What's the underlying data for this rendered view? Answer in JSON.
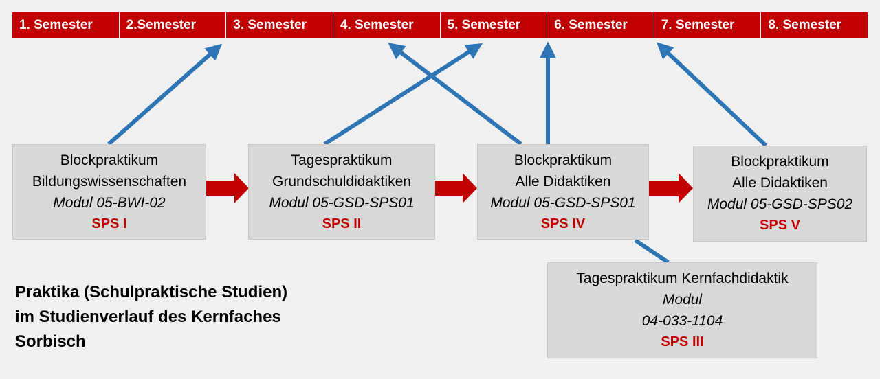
{
  "semesters": [
    "1. Semester",
    "2.Semester",
    "3. Semester",
    "4. Semester",
    "5. Semester",
    "6. Semester",
    "7. Semester",
    "8. Semester"
  ],
  "boxes": {
    "b1": {
      "title": "Blockpraktikum",
      "subtitle": "Bildungswissenschaften",
      "modul": "Modul 05-BWI-02",
      "sps": "SPS I"
    },
    "b2": {
      "title": "Tagespraktikum",
      "subtitle": "Grundschuldidaktiken",
      "modul": "Modul 05-GSD-SPS01",
      "sps": "SPS II"
    },
    "b3": {
      "title": "Blockpraktikum",
      "subtitle": "Alle Didaktiken",
      "modul": "Modul 05-GSD-SPS01",
      "sps": "SPS IV"
    },
    "b4": {
      "title": "Blockpraktikum",
      "subtitle": "Alle Didaktiken",
      "modul": "Modul 05-GSD-SPS02",
      "sps": "SPS V"
    },
    "b5": {
      "title": "Tagespraktikum Kernfachdidaktik",
      "modul": "Modul",
      "code": "04-033-1104",
      "sps": "SPS III"
    }
  },
  "caption": {
    "line1": "Praktika (Schulpraktische Studien)",
    "line2": "im Studienverlauf des Kernfaches",
    "line3": "Sorbisch"
  },
  "colors": {
    "accent_red": "#c00000",
    "arrow_blue": "#2e75b6",
    "box_gray": "#d9d9d9",
    "background": "#f0f0f0"
  }
}
